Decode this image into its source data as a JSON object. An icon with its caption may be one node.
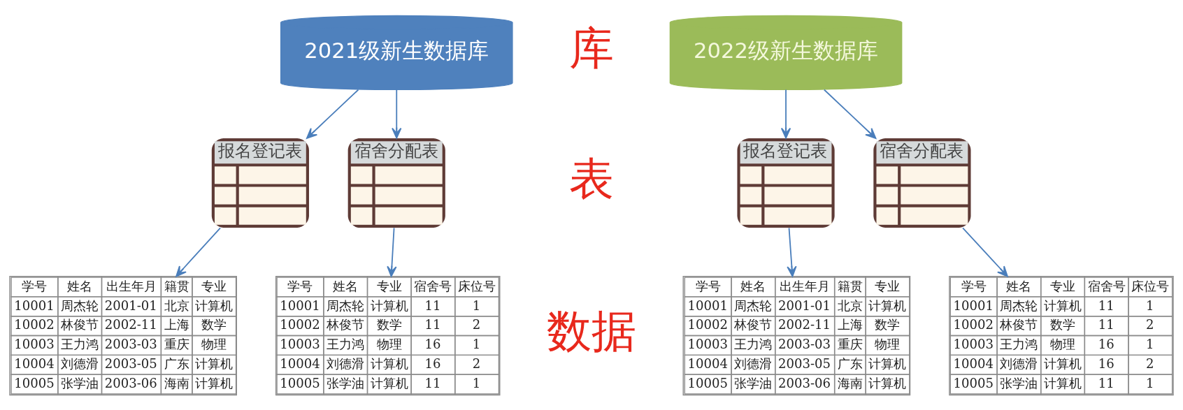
{
  "diagram": {
    "nodes": [
      {
        "text": [
          "2021级新生数据库"
        ]
      },
      {
        "text": [
          "报名登记表"
        ]
      },
      {
        "text": [
          "宿舍分配表"
        ]
      },
      {
        "text": [
          "学号",
          "姓名",
          "出生年月",
          "籍贯",
          "专业",
          "10001",
          "周杰轮",
          "2001-01",
          "北京",
          "计算机",
          "10002",
          "林俊节",
          "2002-11",
          "上海",
          "数学",
          "10003",
          "王力鸿",
          "2003-03",
          "重庆",
          "物理",
          "10004",
          "刘德滑",
          "2003-05",
          "广东",
          "计算机",
          "10005",
          "张学油",
          "2003-06",
          "海南",
          "计算机"
        ]
      },
      {
        "text": [
          "学号",
          "姓名",
          "专业",
          "宿舍号",
          "床位号",
          "10001",
          "周杰轮",
          "计算机",
          "11",
          "1",
          "10002",
          "林俊节",
          "数学",
          "11",
          "2",
          "10003",
          "王力鸿",
          "物理",
          "16",
          "1",
          "10004",
          "刘德滑",
          "计算机",
          "16",
          "2",
          "10005",
          "张学油",
          "计算机",
          "11",
          "1"
        ]
      },
      {
        "text": [
          "2022级新生数据库"
        ]
      },
      {
        "text": [
          "报名登记表"
        ]
      },
      {
        "text": [
          "宿舍分配表"
        ]
      },
      {
        "text": [
          "学号",
          "姓名",
          "出生年月",
          "籍贯",
          "专业",
          "10001",
          "周杰轮",
          "2001-01",
          "北京",
          "计算机",
          "10002",
          "林俊节",
          "2002-11",
          "上海",
          "数学",
          "10003",
          "王力鸿",
          "2003-03",
          "重庆",
          "物理",
          "10004",
          "刘德滑",
          "2003-05",
          "广东",
          "计算机",
          "10005",
          "张学油",
          "2003-06",
          "海南",
          "计算机"
        ]
      },
      {
        "text": [
          "学号",
          "姓名",
          "专业",
          "宿舍号",
          "床位号",
          "10001",
          "周杰轮",
          "计算机",
          "11",
          "1",
          "10002",
          "林俊节",
          "数学",
          "11",
          "2",
          "10003",
          "王力鸿",
          "物理",
          "16",
          "1",
          "10004",
          "刘德滑",
          "计算机",
          "16",
          "2",
          "10005",
          "张学油",
          "计算机",
          "11",
          "1"
        ]
      }
    ],
    "edges": [
      {
        "from": 0,
        "to": 1,
        "arrow": "to"
      },
      {
        "from": 0,
        "to": 2,
        "arrow": "to"
      },
      {
        "from": 1,
        "to": 3,
        "arrow": "to"
      },
      {
        "from": 2,
        "to": 4,
        "arrow": "to"
      },
      {
        "from": 5,
        "to": 6,
        "arrow": "to"
      },
      {
        "from": 5,
        "to": 7,
        "arrow": "to"
      },
      {
        "from": 6,
        "to": 8,
        "arrow": "to"
      },
      {
        "from": 7,
        "to": 9,
        "arrow": "to"
      }
    ],
    "labels": [
      "库",
      "表",
      "数据"
    ]
  }
}
